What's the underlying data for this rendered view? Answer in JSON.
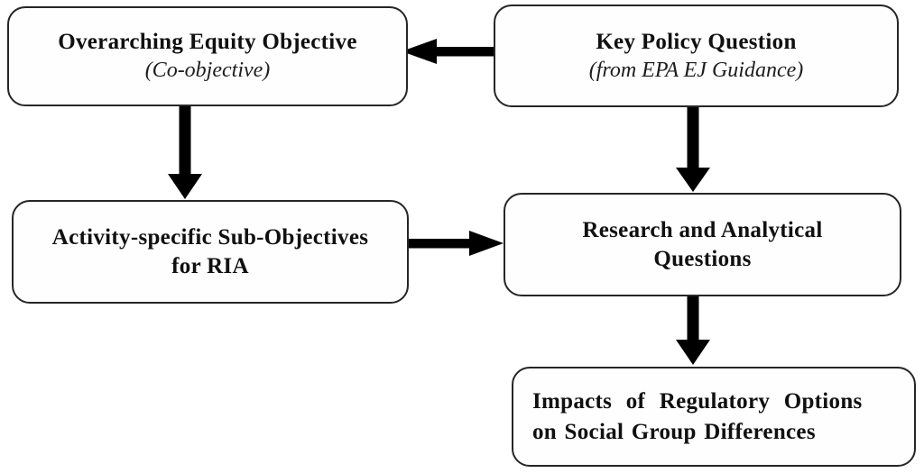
{
  "diagram": {
    "boxes": {
      "overarching": {
        "title": "Overarching Equity Objective",
        "subtitle": "(Co-objective)"
      },
      "key_policy": {
        "title": "Key Policy Question",
        "subtitle": "(from EPA EJ Guidance)"
      },
      "sub_objectives": {
        "title_line1": "Activity-specific Sub-Objectives",
        "title_line2": "for RIA"
      },
      "research": {
        "title_line1": "Research and Analytical",
        "title_line2": "Questions"
      },
      "impacts": {
        "title_line1": "Impacts of Regulatory Options",
        "title_line2": "on Social Group Differences"
      }
    },
    "connections": [
      {
        "from": "key_policy",
        "to": "overarching",
        "direction": "left"
      },
      {
        "from": "overarching",
        "to": "sub_objectives",
        "direction": "down"
      },
      {
        "from": "key_policy",
        "to": "research",
        "direction": "down"
      },
      {
        "from": "sub_objectives",
        "to": "research",
        "direction": "right"
      },
      {
        "from": "research",
        "to": "impacts",
        "direction": "down"
      }
    ],
    "colors": {
      "background": "#ffffff",
      "box_border": "#262626",
      "arrow": "#000000",
      "text": "#101010"
    }
  }
}
